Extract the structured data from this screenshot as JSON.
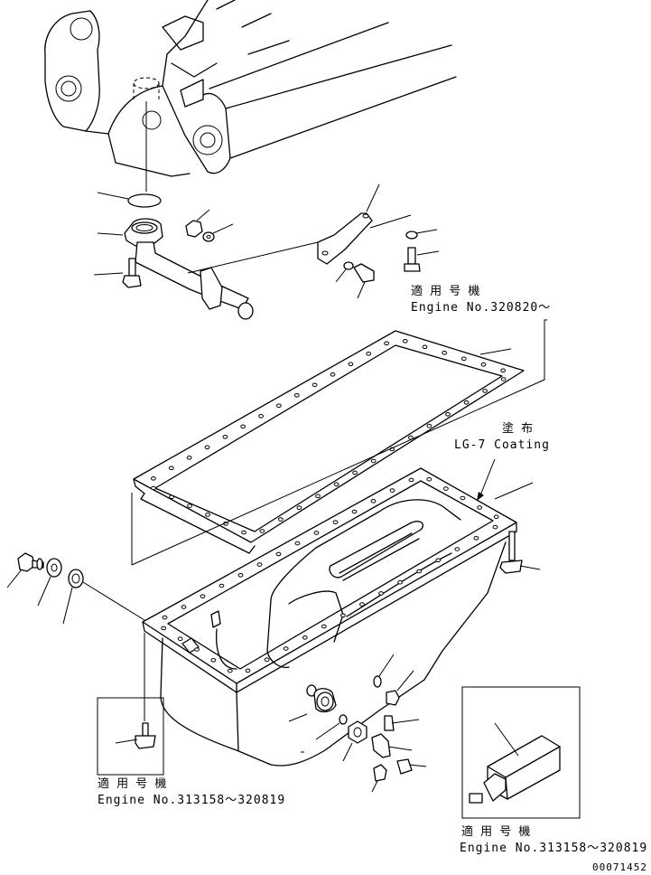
{
  "notes": {
    "gasket_applicable": {
      "jp": "適 用 号 機",
      "en": "Engine No.320820～"
    },
    "coating": {
      "jp": "塗 布",
      "en": "LG-7 Coating"
    },
    "bolt_applicable": {
      "jp": "適 用 号 機",
      "en": "Engine No.313158～320819"
    },
    "inset_applicable": {
      "jp": "適 用 号 機",
      "en": "Engine No.313158～320819"
    }
  },
  "drawing_number": "00071452"
}
